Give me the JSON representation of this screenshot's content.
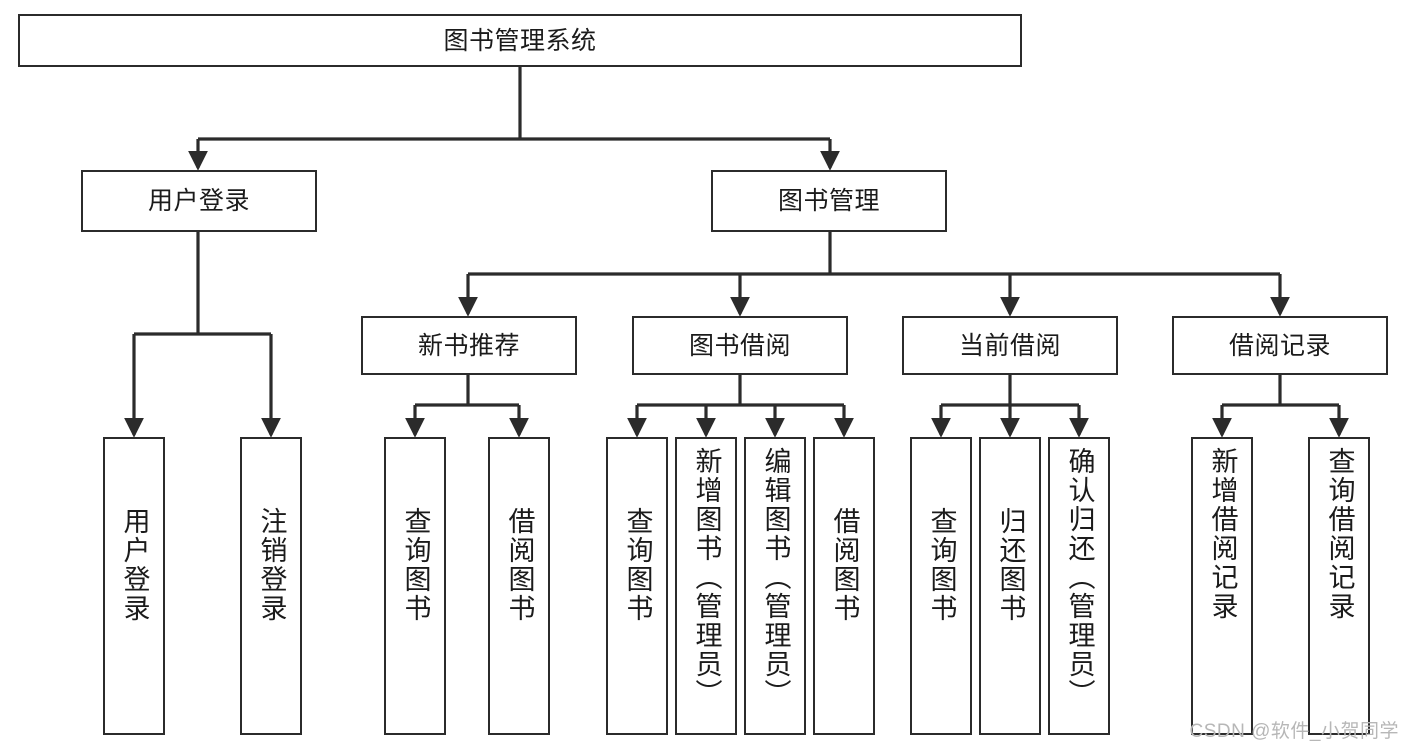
{
  "diagram": {
    "title": "图书管理系统",
    "type": "tree",
    "watermark": "CSDN @软件_小贺同学",
    "colors": {
      "box_border": "#2b2b2b",
      "box_fill": "#ffffff",
      "connector": "#2b2b2b",
      "text": "#1b1b1b",
      "watermark": "#b7b7b7"
    },
    "root": {
      "label": "图书管理系统",
      "level": 1
    },
    "level2": [
      {
        "id": "user-login",
        "label": "用户登录"
      },
      {
        "id": "book-manage",
        "label": "图书管理"
      }
    ],
    "level3": [
      {
        "id": "new-book-rec",
        "label": "新书推荐",
        "parent": "book-manage"
      },
      {
        "id": "book-borrow",
        "label": "图书借阅",
        "parent": "book-manage"
      },
      {
        "id": "current-borrow",
        "label": "当前借阅",
        "parent": "book-manage"
      },
      {
        "id": "borrow-record",
        "label": "借阅记录",
        "parent": "book-manage"
      }
    ],
    "leaves": [
      {
        "id": "leaf-user-login",
        "label": "用户登录",
        "parent": "user-login"
      },
      {
        "id": "leaf-logout",
        "label": "注销登录",
        "parent": "user-login"
      },
      {
        "id": "leaf-query-book-1",
        "label": "查询图书",
        "parent": "new-book-rec"
      },
      {
        "id": "leaf-borrow-book-1",
        "label": "借阅图书",
        "parent": "new-book-rec"
      },
      {
        "id": "leaf-query-book-2",
        "label": "查询图书",
        "parent": "book-borrow"
      },
      {
        "id": "leaf-add-book",
        "label": "新增图书（管理员）",
        "parent": "book-borrow"
      },
      {
        "id": "leaf-edit-book",
        "label": "编辑图书（管理员）",
        "parent": "book-borrow"
      },
      {
        "id": "leaf-borrow-book-2",
        "label": "借阅图书",
        "parent": "book-borrow"
      },
      {
        "id": "leaf-query-book-3",
        "label": "查询图书",
        "parent": "current-borrow"
      },
      {
        "id": "leaf-return-book",
        "label": "归还图书",
        "parent": "current-borrow"
      },
      {
        "id": "leaf-confirm-return",
        "label": "确认归还（管理员）",
        "parent": "current-borrow"
      },
      {
        "id": "leaf-add-record",
        "label": "新增借阅记录",
        "parent": "borrow-record"
      },
      {
        "id": "leaf-query-record",
        "label": "查询借阅记录",
        "parent": "borrow-record"
      }
    ]
  }
}
